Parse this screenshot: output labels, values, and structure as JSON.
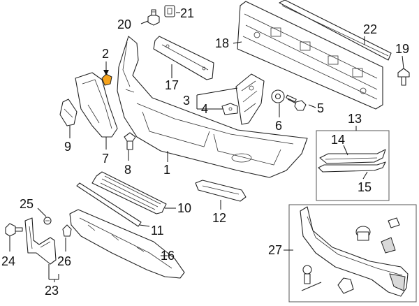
{
  "diagram": {
    "callouts": {
      "c1": "1",
      "c2": "2",
      "c3": "3",
      "c4": "4",
      "c5": "5",
      "c6": "6",
      "c7": "7",
      "c8": "8",
      "c9": "9",
      "c10": "10",
      "c11": "11",
      "c12": "12",
      "c13": "13",
      "c14": "14",
      "c15": "15",
      "c16": "16",
      "c17": "17",
      "c18": "18",
      "c19": "19",
      "c20": "20",
      "c21": "21",
      "c22": "22",
      "c23": "23",
      "c24": "24",
      "c25": "25",
      "c26": "26",
      "c27": "27"
    },
    "colors": {
      "highlight_part": "#f5a21b",
      "line": "#222222",
      "background": "#ffffff"
    }
  }
}
